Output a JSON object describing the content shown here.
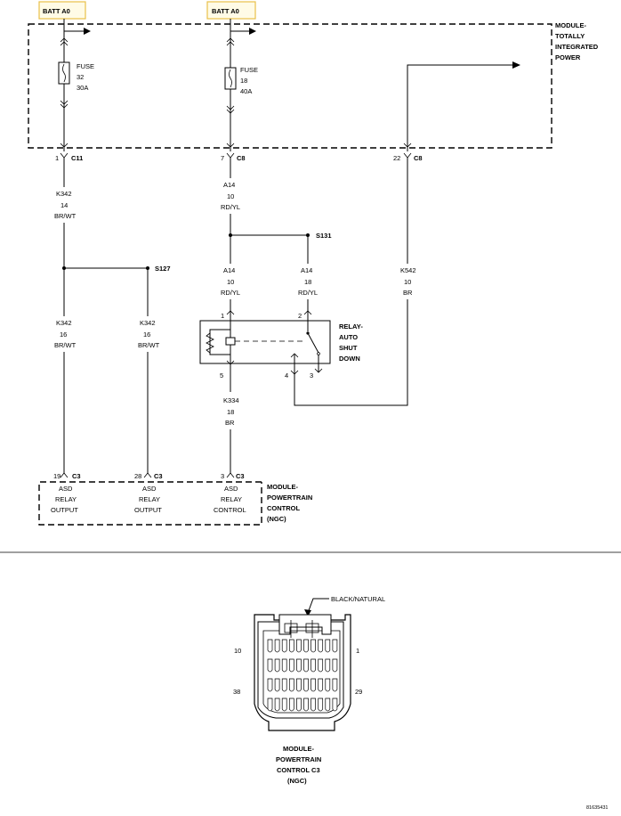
{
  "batt": [
    {
      "label": "BATT A0"
    },
    {
      "label": "BATT A0"
    }
  ],
  "tipm": {
    "title": [
      "MODULE-",
      "TOTALLY",
      "INTEGRATED",
      "POWER"
    ]
  },
  "fuses": [
    {
      "l1": "FUSE",
      "l2": "32",
      "l3": "30A"
    },
    {
      "l1": "FUSE",
      "l2": "18",
      "l3": "40A"
    }
  ],
  "tipm_pins": [
    {
      "pin": "1",
      "conn": "C11"
    },
    {
      "pin": "7",
      "conn": "C8"
    },
    {
      "pin": "22",
      "conn": "C8"
    }
  ],
  "wires": {
    "w1": {
      "circuit": "K342",
      "gauge": "14",
      "color": "BR/WT"
    },
    "w2": {
      "circuit": "A14",
      "gauge": "10",
      "color": "RD/YL"
    },
    "w3": {
      "circuit": "K342",
      "gauge": "16",
      "color": "BR/WT"
    },
    "w4": {
      "circuit": "K342",
      "gauge": "16",
      "color": "BR/WT"
    },
    "w5": {
      "circuit": "A14",
      "gauge": "10",
      "color": "RD/YL"
    },
    "w6": {
      "circuit": "A14",
      "gauge": "18",
      "color": "RD/YL"
    },
    "w7": {
      "circuit": "K542",
      "gauge": "10",
      "color": "BR"
    },
    "w8": {
      "circuit": "K334",
      "gauge": "18",
      "color": "BR"
    }
  },
  "splices": {
    "s131": "S131",
    "s127": "S127"
  },
  "relay": {
    "title": [
      "RELAY-",
      "AUTO",
      "SHUT",
      "DOWN"
    ],
    "pins": {
      "p1": "1",
      "p2": "2",
      "p3": "3",
      "p4": "4",
      "p5": "5"
    }
  },
  "pcm_pins": [
    {
      "pin": "19",
      "conn": "C3",
      "func": [
        "ASD",
        "RELAY",
        "OUTPUT"
      ]
    },
    {
      "pin": "28",
      "conn": "C3",
      "func": [
        "ASD",
        "RELAY",
        "OUTPUT"
      ]
    },
    {
      "pin": "3",
      "conn": "C3",
      "func": [
        "ASD",
        "RELAY",
        "CONTROL"
      ]
    }
  ],
  "pcm": {
    "title": [
      "MODULE-",
      "POWERTRAIN",
      "CONTROL",
      "(NGC)"
    ]
  },
  "connector": {
    "color_label": "BLACK/NATURAL",
    "pin_10": "10",
    "pin_1": "1",
    "pin_38": "38",
    "pin_29": "29",
    "caption": [
      "MODULE-",
      "POWERTRAIN",
      "CONTROL C3",
      "(NGC)"
    ]
  },
  "figure_id": "81635431"
}
